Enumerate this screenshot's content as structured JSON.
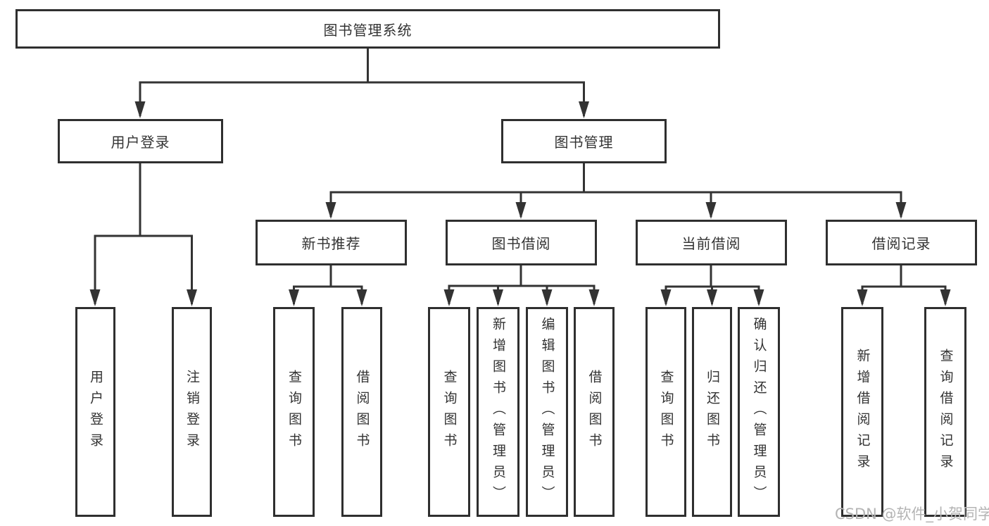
{
  "tree": {
    "label": "图书管理系统",
    "children": [
      {
        "label": "用户登录",
        "children": [
          {
            "label": "用户登录"
          },
          {
            "label": "注销登录"
          }
        ]
      },
      {
        "label": "图书管理",
        "children": [
          {
            "label": "新书推荐",
            "children": [
              {
                "label": "查询图书"
              },
              {
                "label": "借阅图书"
              }
            ]
          },
          {
            "label": "图书借阅",
            "children": [
              {
                "label": "查询图书"
              },
              {
                "label": "新增图书（管理员）"
              },
              {
                "label": "编辑图书（管理员）"
              },
              {
                "label": "借阅图书"
              }
            ]
          },
          {
            "label": "当前借阅",
            "children": [
              {
                "label": "查询图书"
              },
              {
                "label": "归还图书"
              },
              {
                "label": "确认归还（管理员）"
              }
            ]
          },
          {
            "label": "借阅记录",
            "children": [
              {
                "label": "新增借阅记录"
              },
              {
                "label": "查询借阅记录"
              }
            ]
          }
        ]
      }
    ]
  },
  "watermark": "CSDN @软件_小贺同学",
  "colors": {
    "line": "#333333",
    "box_border": "#2f2f2f",
    "text": "#333333",
    "watermark": "#b4b4b4",
    "background": "#ffffff"
  }
}
